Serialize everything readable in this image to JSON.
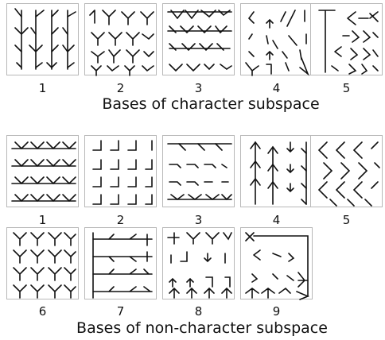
{
  "sections": [
    {
      "caption": "Bases of character subspace",
      "tiles": [
        {
          "label": "1",
          "pattern": "vertical-down-branches"
        },
        {
          "label": "2",
          "pattern": "mixed-y-forks"
        },
        {
          "label": "3",
          "pattern": "horizontal-check-strokes"
        },
        {
          "label": "4",
          "pattern": "sparse-diagonal-strokes"
        },
        {
          "label": "5",
          "pattern": "corner-and-left-branches"
        }
      ]
    },
    {
      "caption": "Bases of non-character subspace",
      "tiles": [
        {
          "label": "1",
          "pattern": "horizontal-down-forks"
        },
        {
          "label": "2",
          "pattern": "corner-ells"
        },
        {
          "label": "3",
          "pattern": "horizontal-rows-mixed"
        },
        {
          "label": "4",
          "pattern": "vertical-arrows"
        },
        {
          "label": "5",
          "pattern": "diagonal-chevrons"
        },
        {
          "label": "6",
          "pattern": "dense-y-forks"
        },
        {
          "label": "7",
          "pattern": "horizontal-bars-with-ticks"
        },
        {
          "label": "8",
          "pattern": "arrows-and-corners"
        },
        {
          "label": "9",
          "pattern": "frame-with-arrows"
        }
      ]
    }
  ]
}
